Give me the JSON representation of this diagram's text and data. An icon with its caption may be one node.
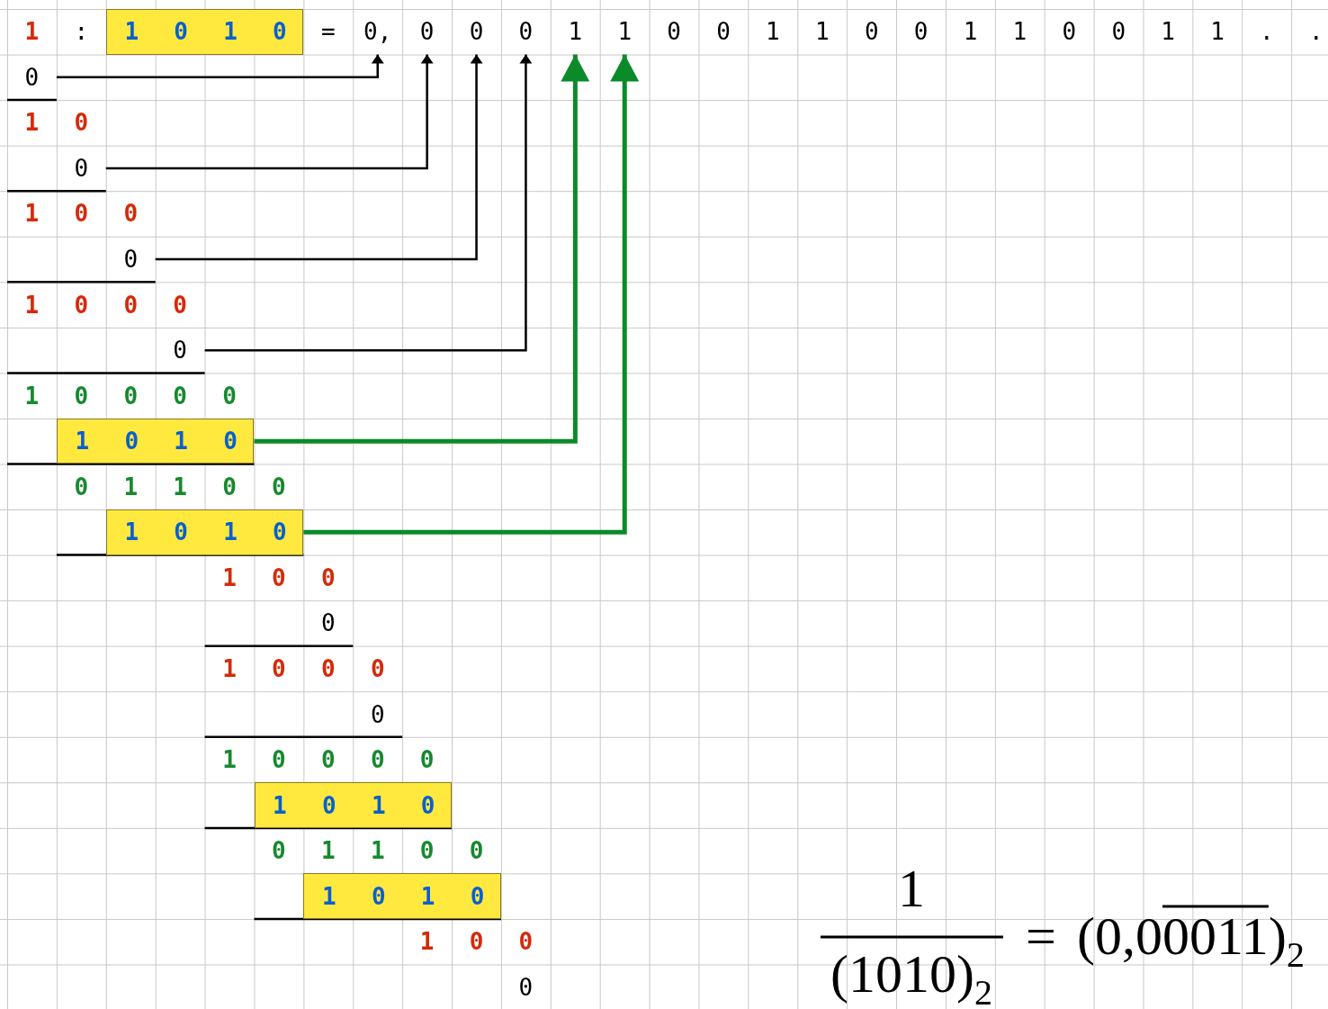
{
  "diagram": {
    "nodes": [
      {
        "text": [
          "1",
          "0",
          "1",
          "0"
        ]
      },
      {
        "text": [
          "0,"
        ]
      },
      {
        "text": [
          "0"
        ]
      },
      {
        "text": [
          "0"
        ]
      },
      {
        "text": [
          "0"
        ]
      },
      {
        "text": [
          "1"
        ]
      },
      {
        "text": [
          "1"
        ]
      },
      {
        "text": [
          "0"
        ]
      },
      {
        "text": [
          "0"
        ]
      },
      {
        "text": [
          "0"
        ]
      },
      {
        "text": [
          "0"
        ]
      },
      {
        "text": [
          "1",
          "0",
          "1",
          "0"
        ]
      },
      {
        "text": [
          "1",
          "0",
          "1",
          "0"
        ]
      },
      {
        "text": [
          "1",
          "0",
          "1",
          "0"
        ]
      },
      {
        "text": [
          "1",
          "0",
          "1",
          "0"
        ]
      }
    ],
    "edges": [
      {
        "from": 7,
        "to": 1,
        "arrow": "to"
      },
      {
        "from": 8,
        "to": 2,
        "arrow": "to"
      },
      {
        "from": 9,
        "to": 3,
        "arrow": "to"
      },
      {
        "from": 10,
        "to": 4,
        "arrow": "to"
      },
      {
        "from": 11,
        "to": 5,
        "arrow": "to",
        "style": "thick",
        "color": "#0b8a2a"
      },
      {
        "from": 12,
        "to": 6,
        "arrow": "to",
        "style": "thick",
        "color": "#0b8a2a"
      }
    ],
    "labels": [
      "1",
      ":",
      "=",
      "0",
      "0",
      "1",
      "1",
      "0",
      "0",
      "1",
      "1",
      "0",
      "0",
      "1",
      "1",
      ".",
      ".",
      "1",
      "0",
      "1",
      "0",
      "0",
      "1",
      "0",
      "0",
      "0",
      "1",
      "0",
      "0",
      "0",
      "0",
      "0",
      "1",
      "1",
      "0",
      "0",
      "1",
      "0",
      "0",
      "0",
      "1",
      "0",
      "0",
      "0",
      "0",
      "1",
      "0",
      "0",
      "0",
      "0",
      "0",
      "1",
      "1",
      "0",
      "0",
      "1",
      "0",
      "0",
      "0",
      "1",
      "(1010)$_{2}$",
      "=",
      "(0,0",
      "0011",
      ")$_{2}$"
    ]
  }
}
